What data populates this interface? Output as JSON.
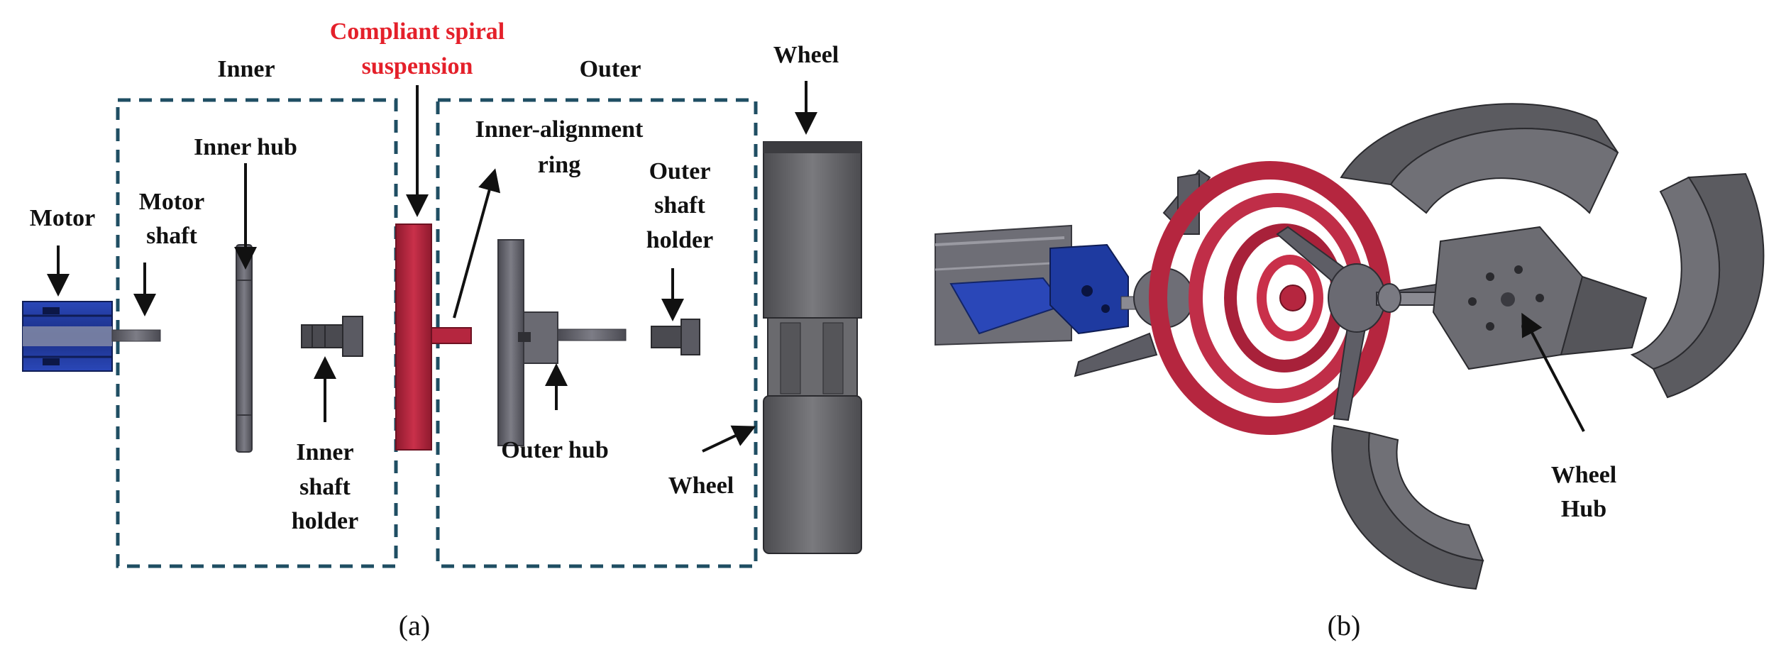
{
  "panel_a": {
    "labels": {
      "compliant_line1": "Compliant spiral",
      "compliant_line2": "suspension",
      "inner_group": "Inner",
      "outer_group": "Outer",
      "wheel_top": "Wheel",
      "inner_hub": "Inner hub",
      "inner_alignment_line1": "Inner-alignment",
      "inner_alignment_line2": "ring",
      "outer_shaft_holder_line1": "Outer",
      "outer_shaft_holder_line2": "shaft",
      "outer_shaft_holder_line3": "holder",
      "motor": "Motor",
      "motor_shaft_line1": "Motor",
      "motor_shaft_line2": "shaft",
      "inner_shaft_holder_line1": "Inner",
      "inner_shaft_holder_line2": "shaft",
      "inner_shaft_holder_line3": "holder",
      "outer_hub": "Outer hub",
      "wheel_bottom": "Wheel"
    },
    "caption": "(a)"
  },
  "panel_b": {
    "labels": {
      "wheel_hub_line1": "Wheel",
      "wheel_hub_line2": "Hub"
    },
    "caption": "(b)"
  },
  "colors": {
    "accent_red": "#e4202a",
    "spiral_red": "#b5263f",
    "dashed_box": "#1f4e63",
    "motor_blue": "#1e3aa0",
    "part_gray": "#5e5e66",
    "wheel_gray": "#5a5a5e"
  }
}
